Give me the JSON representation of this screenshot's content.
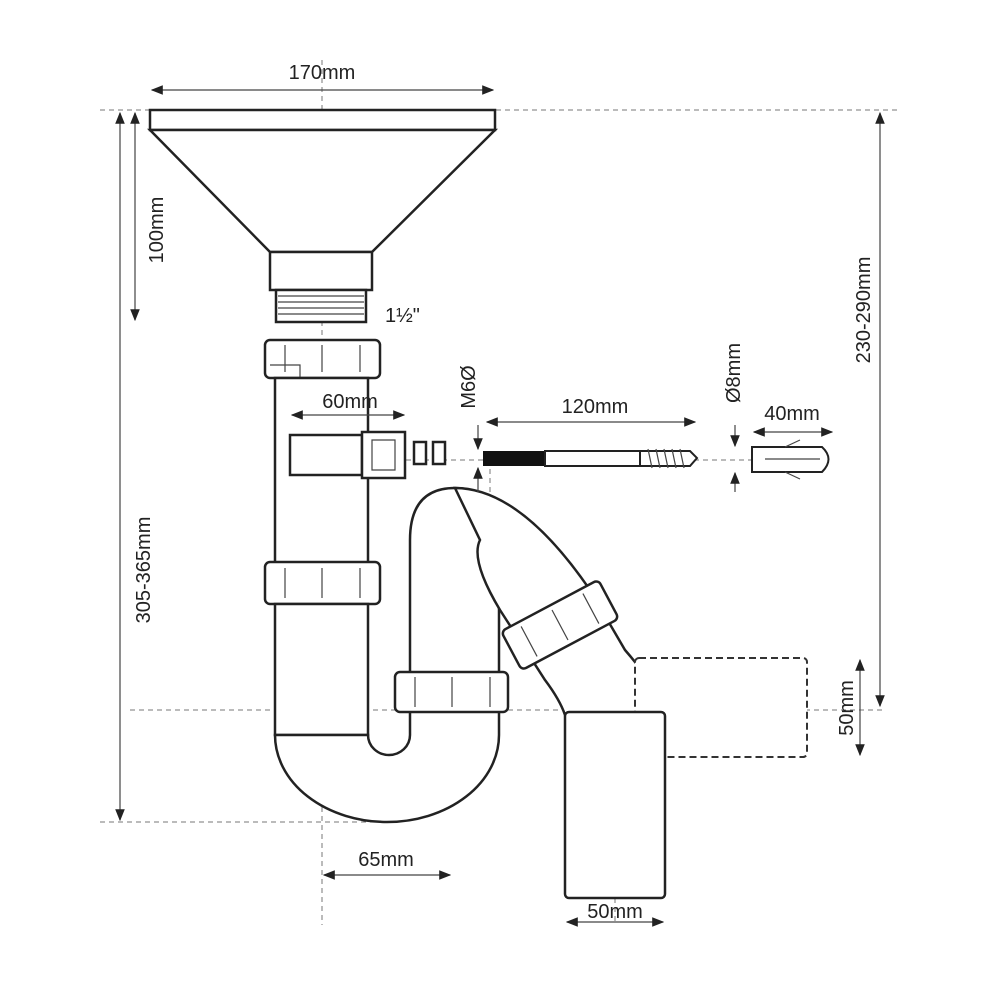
{
  "title": "Bottle trap with funnel – dimensions drawing",
  "dimensions": {
    "funnel_width": "170mm",
    "funnel_height": "100mm",
    "thread_size": "1½\"",
    "bracket_offset": "60mm",
    "screw_thread": "M6Ø",
    "screw_length": "120mm",
    "plug_diameter": "Ø8mm",
    "plug_length": "40mm",
    "outlet_height_range": "230-290mm",
    "total_height_range": "305-365mm",
    "outlet_diameter": "50mm",
    "trap_offset": "65mm",
    "outlet_pipe_diameter": "50mm"
  },
  "colors": {
    "line": "#222222",
    "background": "#ffffff"
  }
}
